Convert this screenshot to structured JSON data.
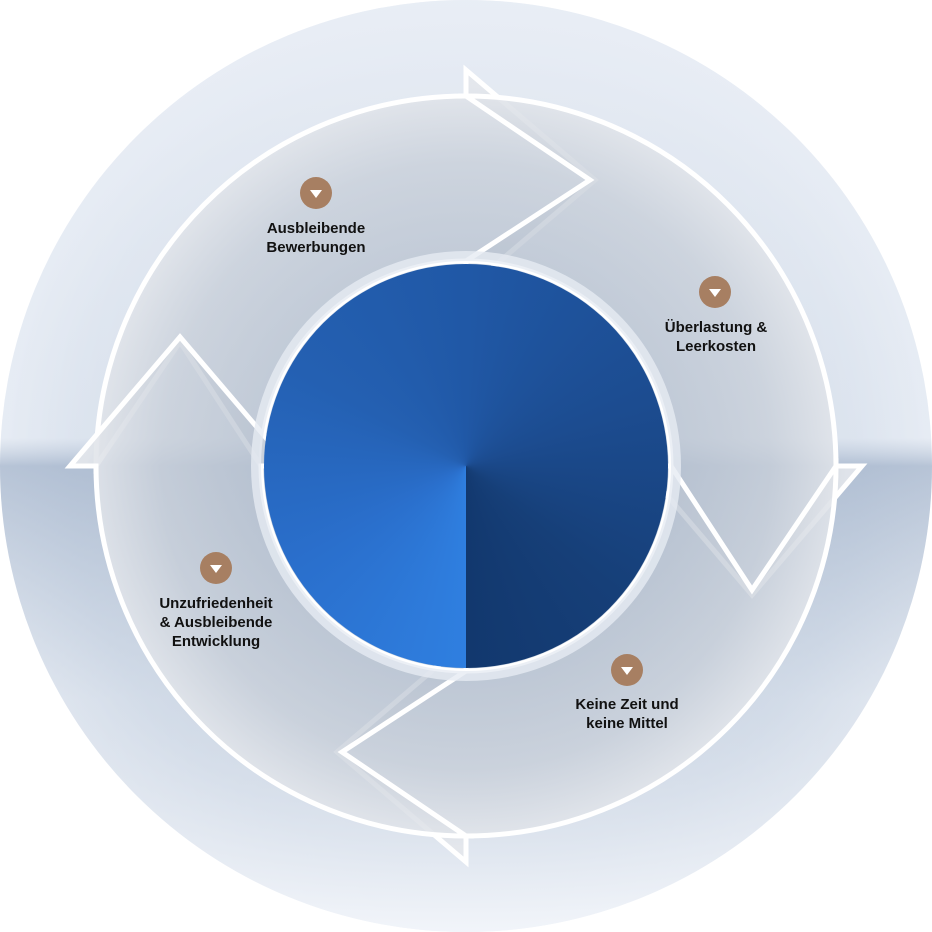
{
  "colors": {
    "marker": "#a77f62",
    "disc_light": "#2f7fe0",
    "disc_dark": "#12386e"
  },
  "steps": [
    {
      "icon": "chevron-down-icon",
      "lines": [
        "Ausbleibende",
        "Bewerbungen"
      ]
    },
    {
      "icon": "chevron-down-icon",
      "lines": [
        "Überlastung &",
        "Leerkosten"
      ]
    },
    {
      "icon": "chevron-down-icon",
      "lines": [
        "Keine Zeit und",
        "keine Mittel"
      ]
    },
    {
      "icon": "chevron-down-icon",
      "lines": [
        "Unzufriedenheit",
        "& Ausbleibende",
        "Entwicklung"
      ]
    }
  ]
}
